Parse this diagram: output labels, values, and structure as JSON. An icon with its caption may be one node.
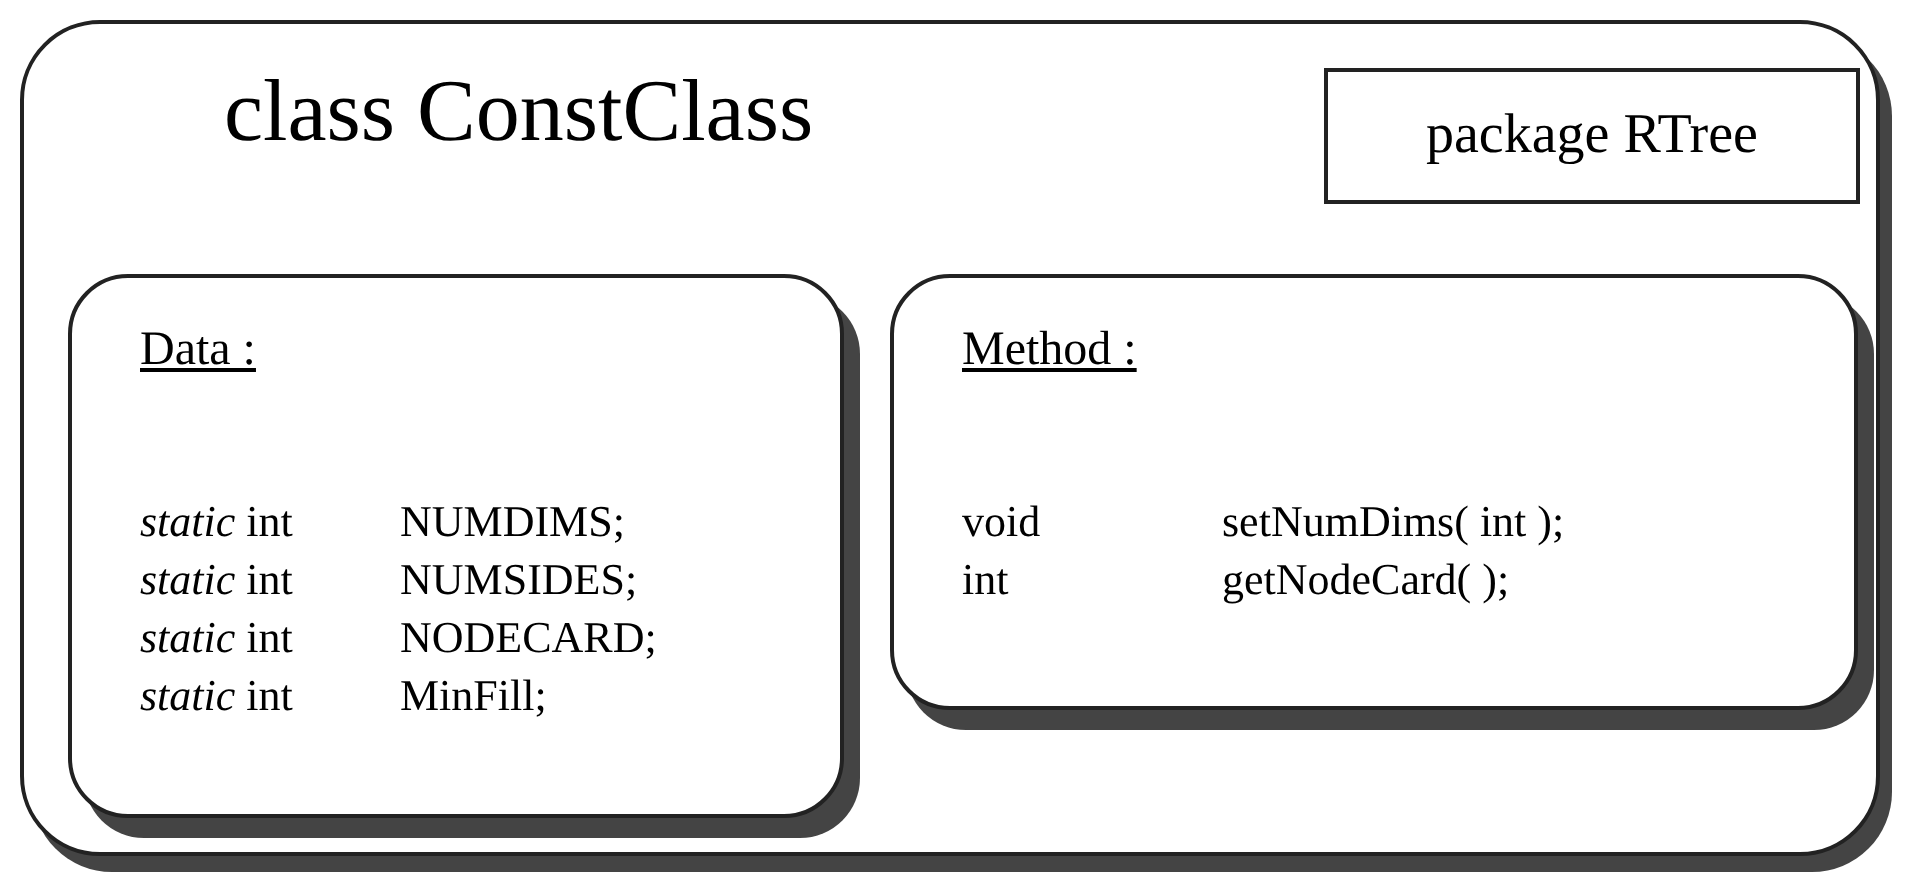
{
  "diagram": {
    "nodes": [
      {
        "text": [
          "class ConstClass"
        ]
      },
      {
        "text": [
          "package RTree"
        ],
        "in": 0
      },
      {
        "text": [
          "Data :",
          "*static* int",
          "NUMDIMS;",
          "*static* int",
          "NUMSIDES;",
          "*static* int",
          "NODECARD;",
          "*static* int",
          "MinFill;"
        ],
        "in": 0
      },
      {
        "text": [
          "Method :",
          "void",
          "setNumDims( int );",
          "int",
          "getNodeCard( );"
        ],
        "in": 0
      }
    ]
  }
}
